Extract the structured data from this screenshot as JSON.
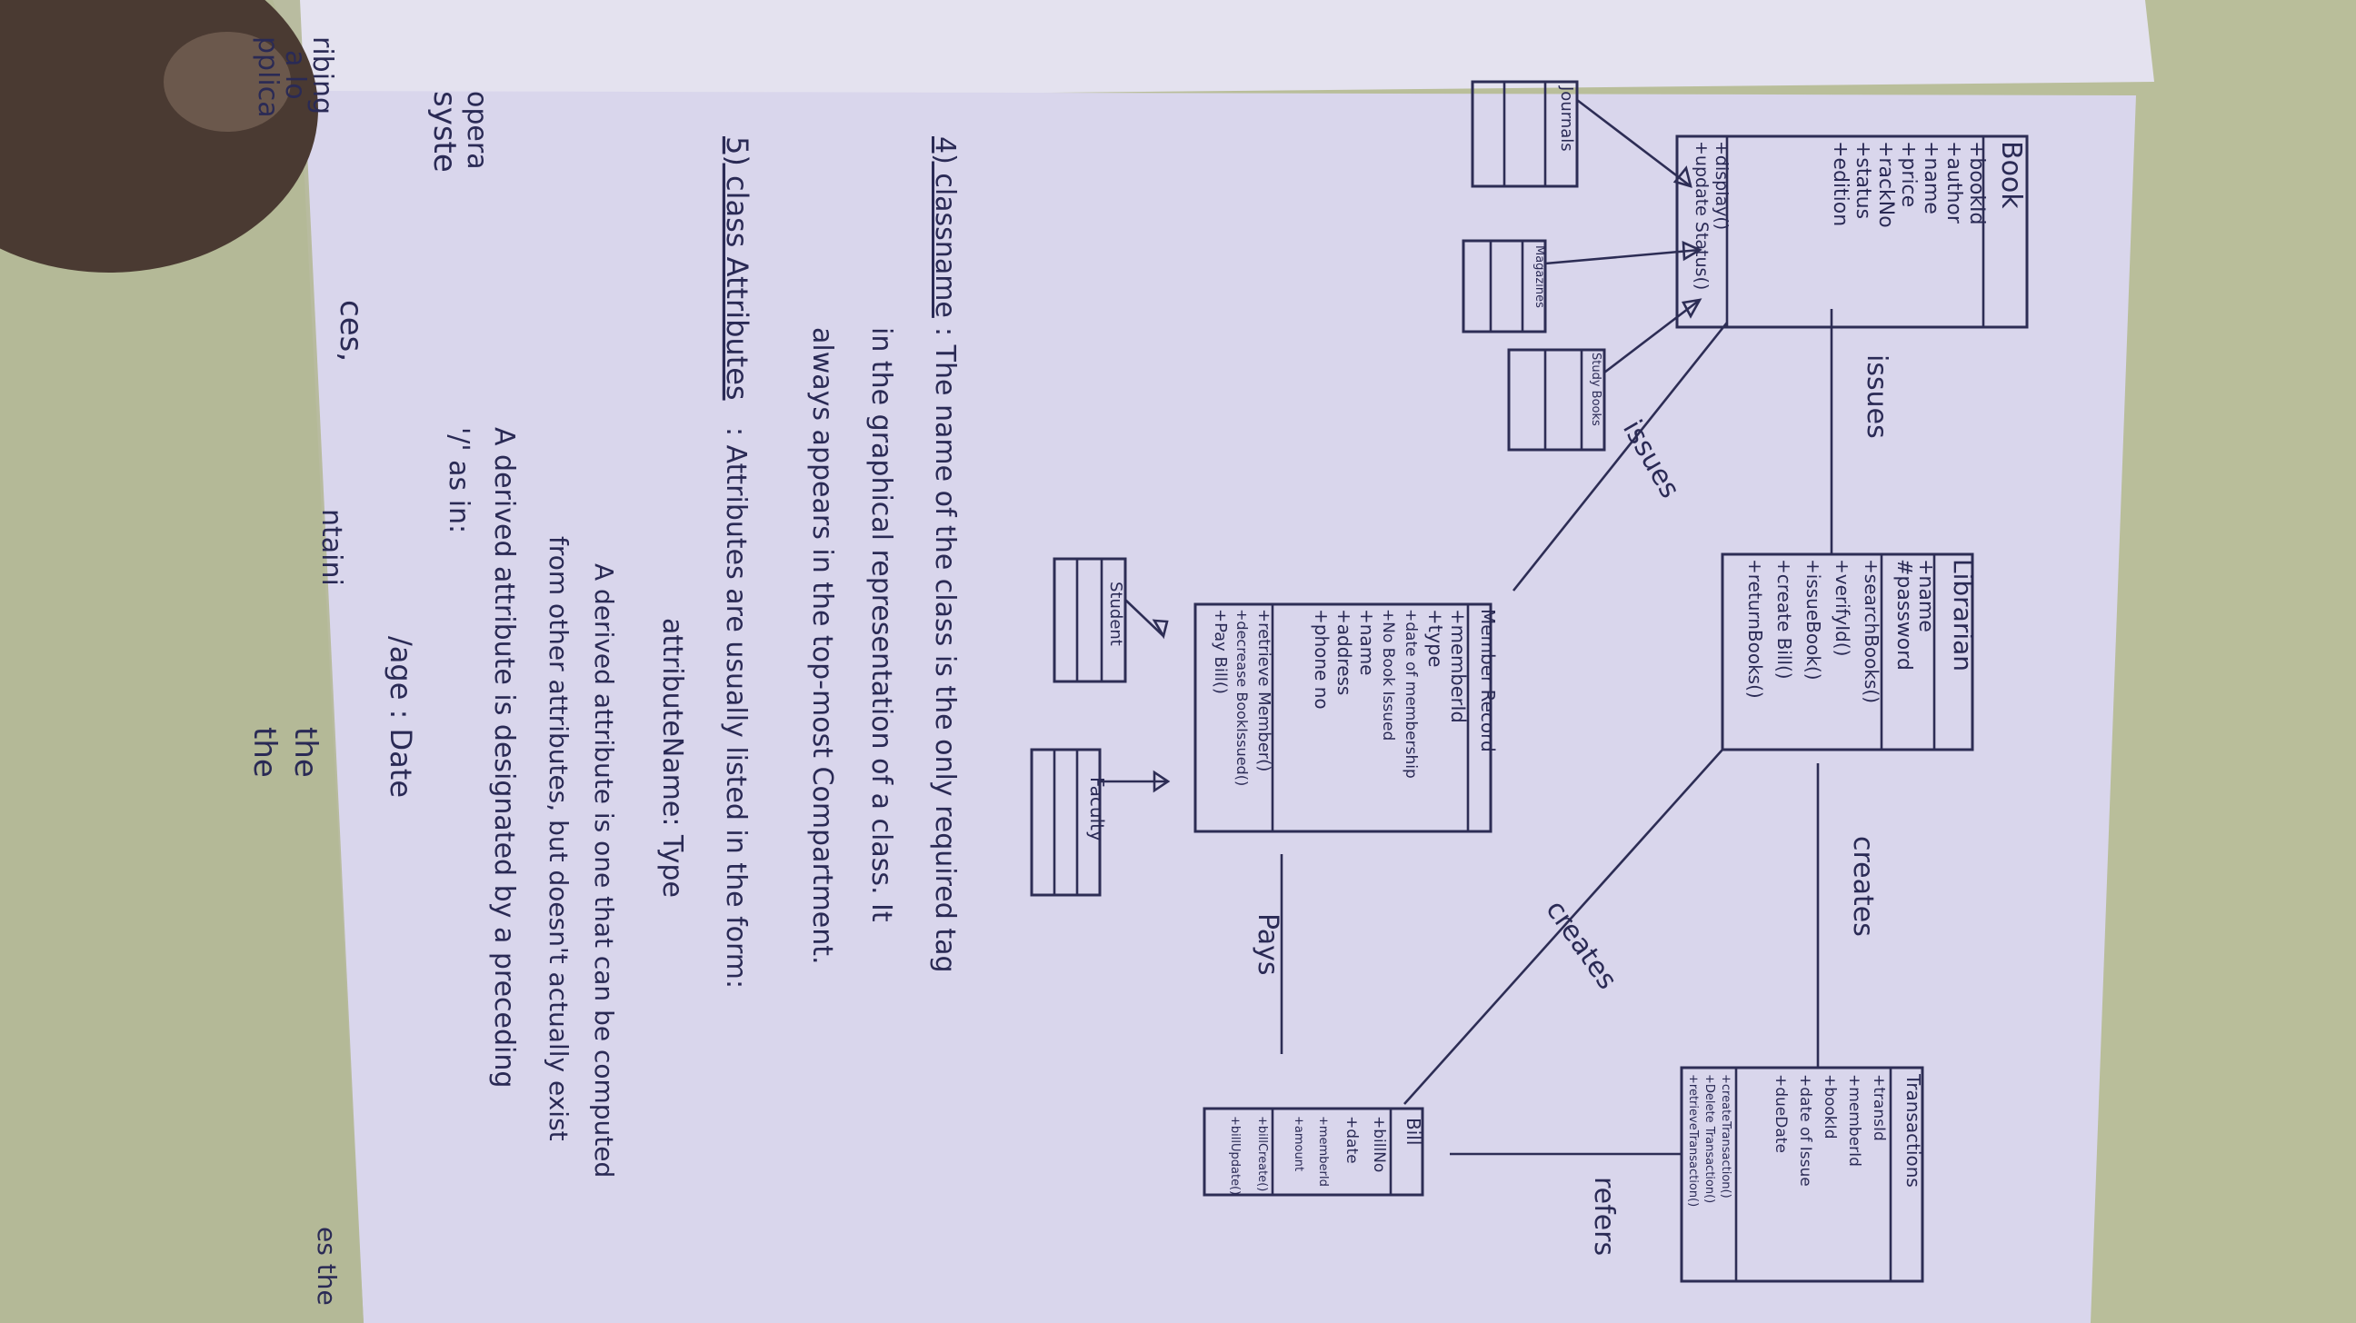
{
  "uml": {
    "book": {
      "title": "Book",
      "attributes": [
        "+bookId",
        "+author",
        "+name",
        "+price",
        "+rackNo",
        "+status",
        "+edition"
      ],
      "methods": [
        "+display()",
        "+update Status()"
      ]
    },
    "journals": {
      "title": "Journals"
    },
    "magazines": {
      "title": "Magazines"
    },
    "study_books": {
      "title": "Study Books"
    },
    "librarian": {
      "title": "Librarian",
      "attributes": [
        "+name",
        "#password"
      ],
      "methods": [
        "+searchBooks()",
        "+verifyId()",
        "+issueBook()",
        "+create Bill()",
        "+returnBooks()"
      ]
    },
    "member_record": {
      "title": "Member Record",
      "attributes": [
        "+memberId",
        "+type",
        "+date of membership",
        "+No Book Issued",
        "+name",
        "+address",
        "+phone no"
      ],
      "methods": [
        "+retrieve Member()",
        "+decrease BookIssued()",
        "+Pay Bill()"
      ]
    },
    "student": {
      "title": "Student"
    },
    "faculty": {
      "title": "Faculty"
    },
    "bill": {
      "title": "Bill",
      "attributes": [
        "+billNo",
        "+date",
        "+memberId",
        "+amount"
      ],
      "methods": [
        "+billCreate()",
        "+billUpdate()"
      ]
    },
    "transactions": {
      "title": "Transactions",
      "attributes": [
        "+transId",
        "+memberId",
        "+bookId",
        "+date of Issue",
        "+dueDate"
      ],
      "methods": [
        "+createTransaction()",
        "+Delete Transaction()",
        "+retrieveTransaction()"
      ]
    },
    "links": {
      "issues_1": "issues",
      "issues_2": "issues",
      "creates_1": "creates",
      "creates_2": "creates",
      "pays": "Pays",
      "refers": "refers"
    }
  },
  "notes": {
    "p4_label": "4) classname",
    "p4_text1": ": The name of the class is the only required tag",
    "p4_text2": "in the graphical representation of a class. It",
    "p4_text3": "always appears in the top-most Compartment.",
    "p5_label": "5) class Attributes",
    "p5_text1": ": Attributes are usually listed in the form:",
    "p5_form": "attributeName: Type",
    "p5_text2": "A derived attribute is one that can be computed",
    "p5_text3": "from other attributes, but doesn't actually exist",
    "p5_text4": "A derived attribute is designated by a preceding",
    "p5_text5": "'/' as in:",
    "p5_example": "/age : Date"
  },
  "prev_page": {
    "f1": "ribing",
    "f2": "a lo",
    "f3": "pplica",
    "f4": "opera",
    "f5": "syste",
    "f6": "ces,",
    "f7": "ntaini",
    "f8": "the",
    "f9": "the",
    "f10": "es the"
  },
  "colors": {
    "paper": "#dad7ee",
    "ink": "#2a2a55",
    "floor": "#b7bc99"
  }
}
